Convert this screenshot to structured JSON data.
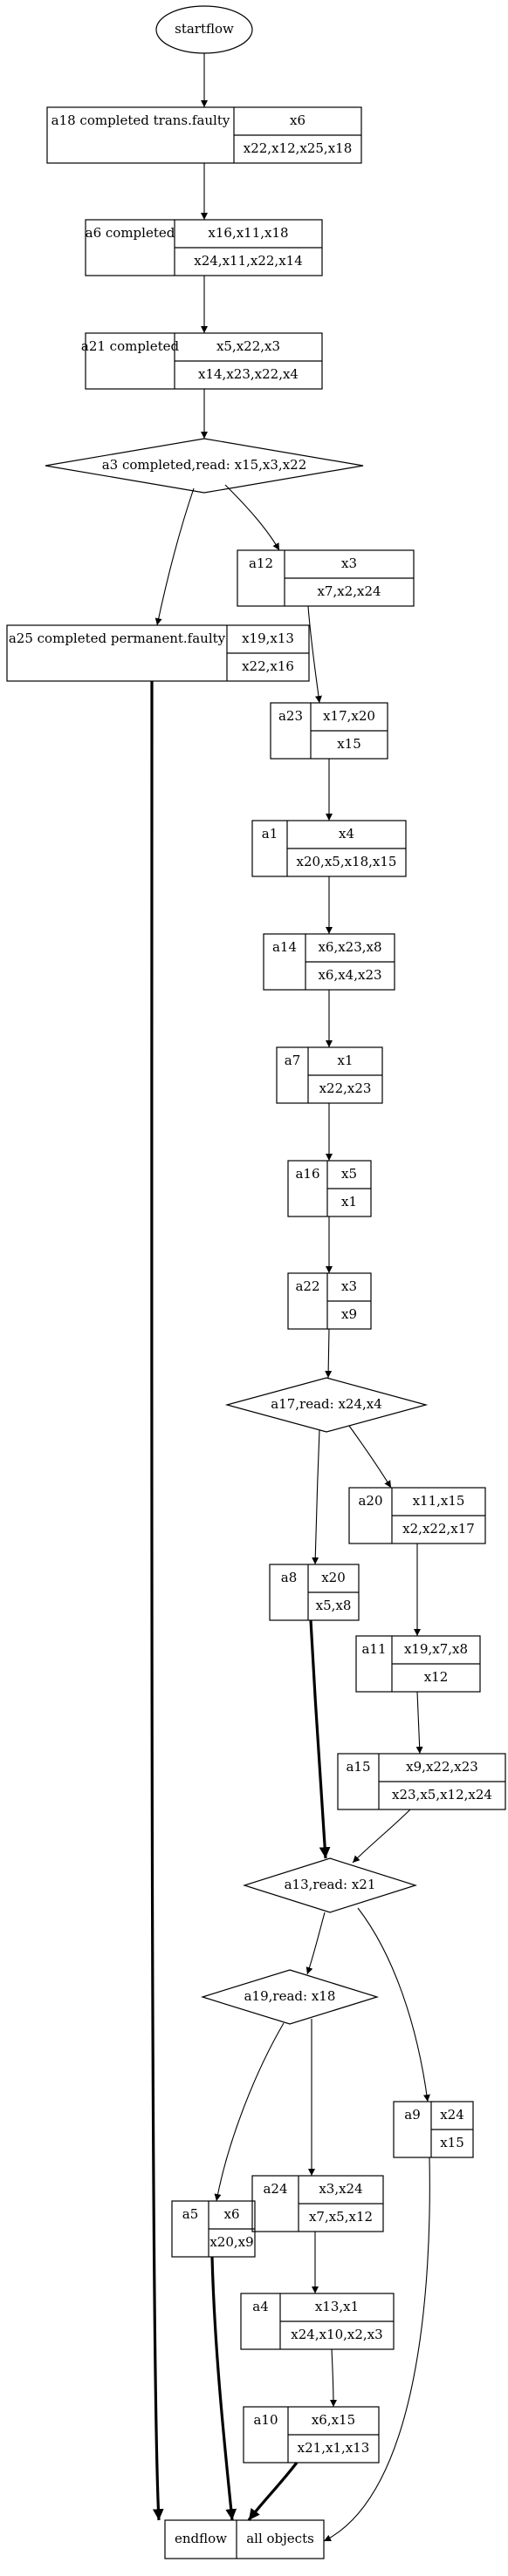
{
  "nodes": {
    "startflow": {
      "label": "startflow"
    },
    "a18": {
      "name": "a18 completed trans.faulty",
      "top": "x6",
      "bottom": "x22,x12,x25,x18"
    },
    "a6": {
      "name": "a6 completed",
      "top": "x16,x11,x18",
      "bottom": "x24,x11,x22,x14"
    },
    "a21": {
      "name": "a21 completed",
      "top": "x5,x22,x3",
      "bottom": "x14,x23,x22,x4"
    },
    "a3": {
      "label": "a3 completed,read: x15,x3,x22"
    },
    "a12": {
      "name": "a12",
      "top": "x3",
      "bottom": "x7,x2,x24"
    },
    "a25": {
      "name": "a25 completed permanent.faulty",
      "top": "x19,x13",
      "bottom": "x22,x16"
    },
    "a23": {
      "name": "a23",
      "top": "x17,x20",
      "bottom": "x15"
    },
    "a1": {
      "name": "a1",
      "top": "x4",
      "bottom": "x20,x5,x18,x15"
    },
    "a14": {
      "name": "a14",
      "top": "x6,x23,x8",
      "bottom": "x6,x4,x23"
    },
    "a7": {
      "name": "a7",
      "top": "x1",
      "bottom": "x22,x23"
    },
    "a16": {
      "name": "a16",
      "top": "x5",
      "bottom": "x1"
    },
    "a22": {
      "name": "a22",
      "top": "x3",
      "bottom": "x9"
    },
    "a17": {
      "label": "a17,read: x24,x4"
    },
    "a20": {
      "name": "a20",
      "top": "x11,x15",
      "bottom": "x2,x22,x17"
    },
    "a8": {
      "name": "a8",
      "top": "x20",
      "bottom": "x5,x8"
    },
    "a11": {
      "name": "a11",
      "top": "x19,x7,x8",
      "bottom": "x12"
    },
    "a15": {
      "name": "a15",
      "top": "x9,x22,x23",
      "bottom": "x23,x5,x12,x24"
    },
    "a13": {
      "label": "a13,read: x21"
    },
    "a19": {
      "label": "a19,read: x18"
    },
    "a9": {
      "name": "a9",
      "top": "x24",
      "bottom": "x15"
    },
    "a24": {
      "name": "a24",
      "top": "x3,x24",
      "bottom": "x7,x5,x12"
    },
    "a5": {
      "name": "a5",
      "top": "x6",
      "bottom": "x20,x9"
    },
    "a4": {
      "name": "a4",
      "top": "x13,x1",
      "bottom": "x24,x10,x2,x3"
    },
    "a10": {
      "name": "a10",
      "top": "x6,x15",
      "bottom": "x21,x1,x13"
    },
    "endflow": {
      "left": "endflow",
      "right": "all objects"
    }
  },
  "edges": [
    {
      "from": "startflow",
      "to": "a18"
    },
    {
      "from": "a18",
      "to": "a6"
    },
    {
      "from": "a6",
      "to": "a21"
    },
    {
      "from": "a21",
      "to": "a3"
    },
    {
      "from": "a3",
      "to": "a12"
    },
    {
      "from": "a3",
      "to": "a25"
    },
    {
      "from": "a12",
      "to": "a23"
    },
    {
      "from": "a23",
      "to": "a1"
    },
    {
      "from": "a1",
      "to": "a14"
    },
    {
      "from": "a14",
      "to": "a7"
    },
    {
      "from": "a7",
      "to": "a16"
    },
    {
      "from": "a16",
      "to": "a22"
    },
    {
      "from": "a22",
      "to": "a17"
    },
    {
      "from": "a17",
      "to": "a20"
    },
    {
      "from": "a17",
      "to": "a8"
    },
    {
      "from": "a20",
      "to": "a11"
    },
    {
      "from": "a11",
      "to": "a15"
    },
    {
      "from": "a15",
      "to": "a13"
    },
    {
      "from": "a8",
      "to": "a13",
      "bold": true
    },
    {
      "from": "a13",
      "to": "a19"
    },
    {
      "from": "a13",
      "to": "a9"
    },
    {
      "from": "a19",
      "to": "a24"
    },
    {
      "from": "a19",
      "to": "a5"
    },
    {
      "from": "a24",
      "to": "a4"
    },
    {
      "from": "a4",
      "to": "a10"
    },
    {
      "from": "a25",
      "to": "endflow",
      "bold": true
    },
    {
      "from": "a5",
      "to": "endflow",
      "bold": true
    },
    {
      "from": "a10",
      "to": "endflow",
      "bold": true
    },
    {
      "from": "a9",
      "to": "endflow"
    }
  ]
}
